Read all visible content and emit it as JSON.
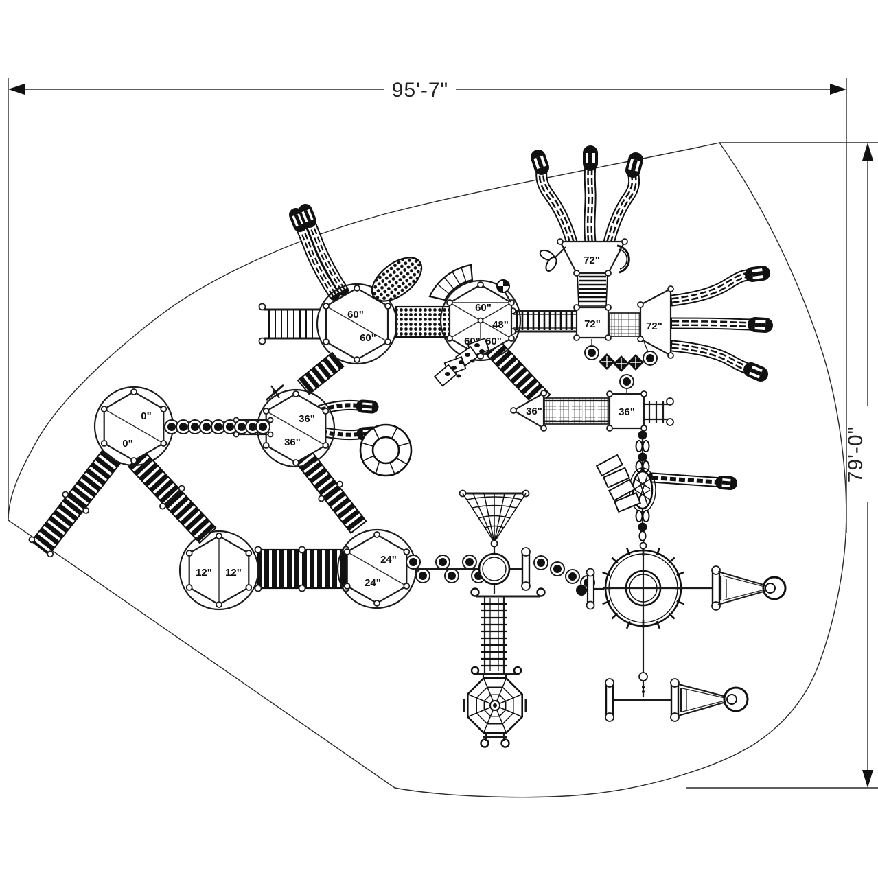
{
  "dimensions": {
    "width_label": "95'-7\"",
    "height_label": "79'-0\""
  },
  "platforms": {
    "hex0": {
      "labels": [
        "0\"",
        "0\""
      ]
    },
    "hex12": {
      "labels": [
        "12\"",
        "12\""
      ]
    },
    "hex24": {
      "labels": [
        "24\"",
        "24\""
      ]
    },
    "hex36": {
      "labels": [
        "36\"",
        "36\""
      ]
    },
    "hex60L": {
      "labels": [
        "60\"",
        "60\""
      ]
    },
    "hex60R": {
      "labels": [
        "60\"",
        "48\"",
        "60\"",
        "60\""
      ]
    },
    "deck72top": {
      "labels": [
        "72\""
      ]
    },
    "deck72sq": {
      "labels": [
        "72\""
      ]
    },
    "deck72right": {
      "labels": [
        "72\""
      ]
    },
    "tri36": {
      "labels": [
        "36\""
      ]
    },
    "sq36": {
      "labels": [
        "36\""
      ]
    }
  }
}
